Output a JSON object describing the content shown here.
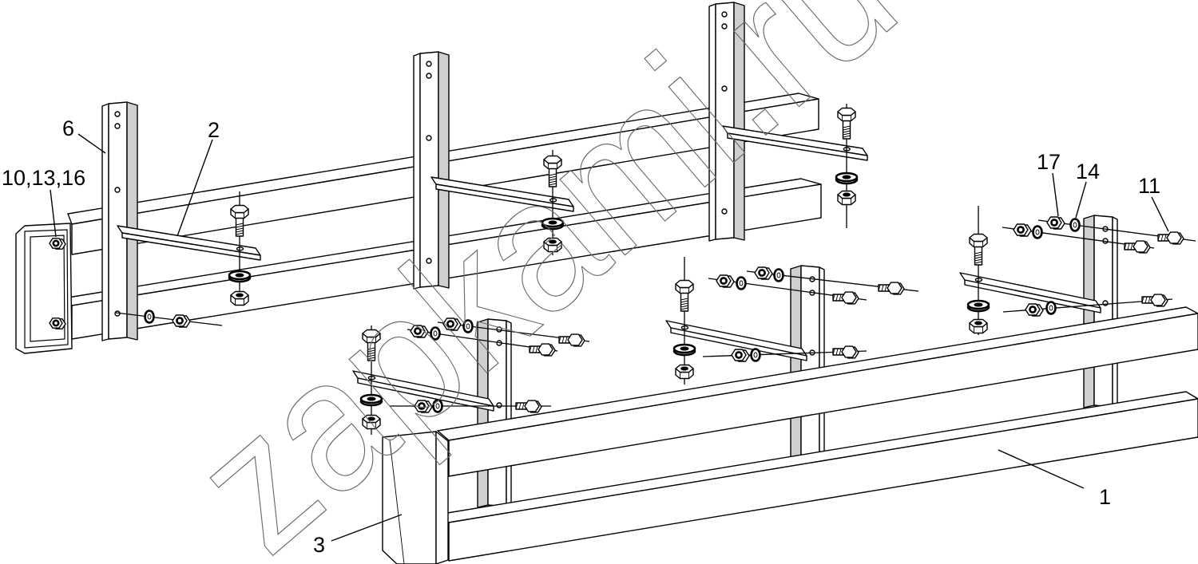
{
  "callouts": {
    "part_6": "6",
    "part_2": "2",
    "parts_10_13_16": "10,13,16",
    "part_17": "17",
    "part_14": "14",
    "part_11": "11",
    "part_1": "1",
    "part_3": "3"
  },
  "watermark": "zapkami.ru",
  "colors": {
    "line": "#000000",
    "fill": "#ffffff",
    "post_side": "#cfcfcf",
    "watermark": "#6a6a6a",
    "background": "#ffffff"
  }
}
